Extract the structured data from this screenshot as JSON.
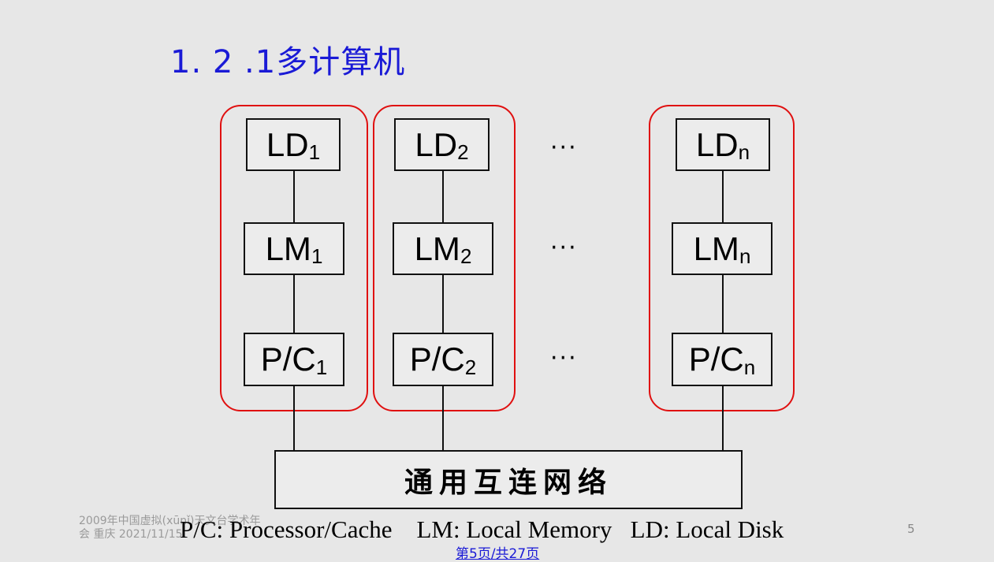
{
  "title": "1. 2 .1多计算机",
  "nodes": [
    {
      "ld": "LD",
      "ld_sub": "1",
      "lm": "LM",
      "lm_sub": "1",
      "pc": "P/C",
      "pc_sub": "1"
    },
    {
      "ld": "LD",
      "ld_sub": "2",
      "lm": "LM",
      "lm_sub": "2",
      "pc": "P/C",
      "pc_sub": "2"
    },
    {
      "ld": "LD",
      "ld_sub": "n",
      "lm": "LM",
      "lm_sub": "n",
      "pc": "P/C",
      "pc_sub": "n"
    }
  ],
  "ellipsis": "···",
  "network_label": "通用互连网络",
  "legend": "P/C: Processor/Cache    LM: Local Memory   LD: Local Disk",
  "footer": {
    "conference_line1": "2009年中国虚拟(xūnǐ)天文台学术年",
    "conference_line2": "会 重庆 2021/11/15",
    "slide_number": "5",
    "page_counter": "第5页/共27页"
  },
  "colors": {
    "title": "#1a1ad6",
    "group_border": "#e01010",
    "background": "#e7e7e7"
  }
}
